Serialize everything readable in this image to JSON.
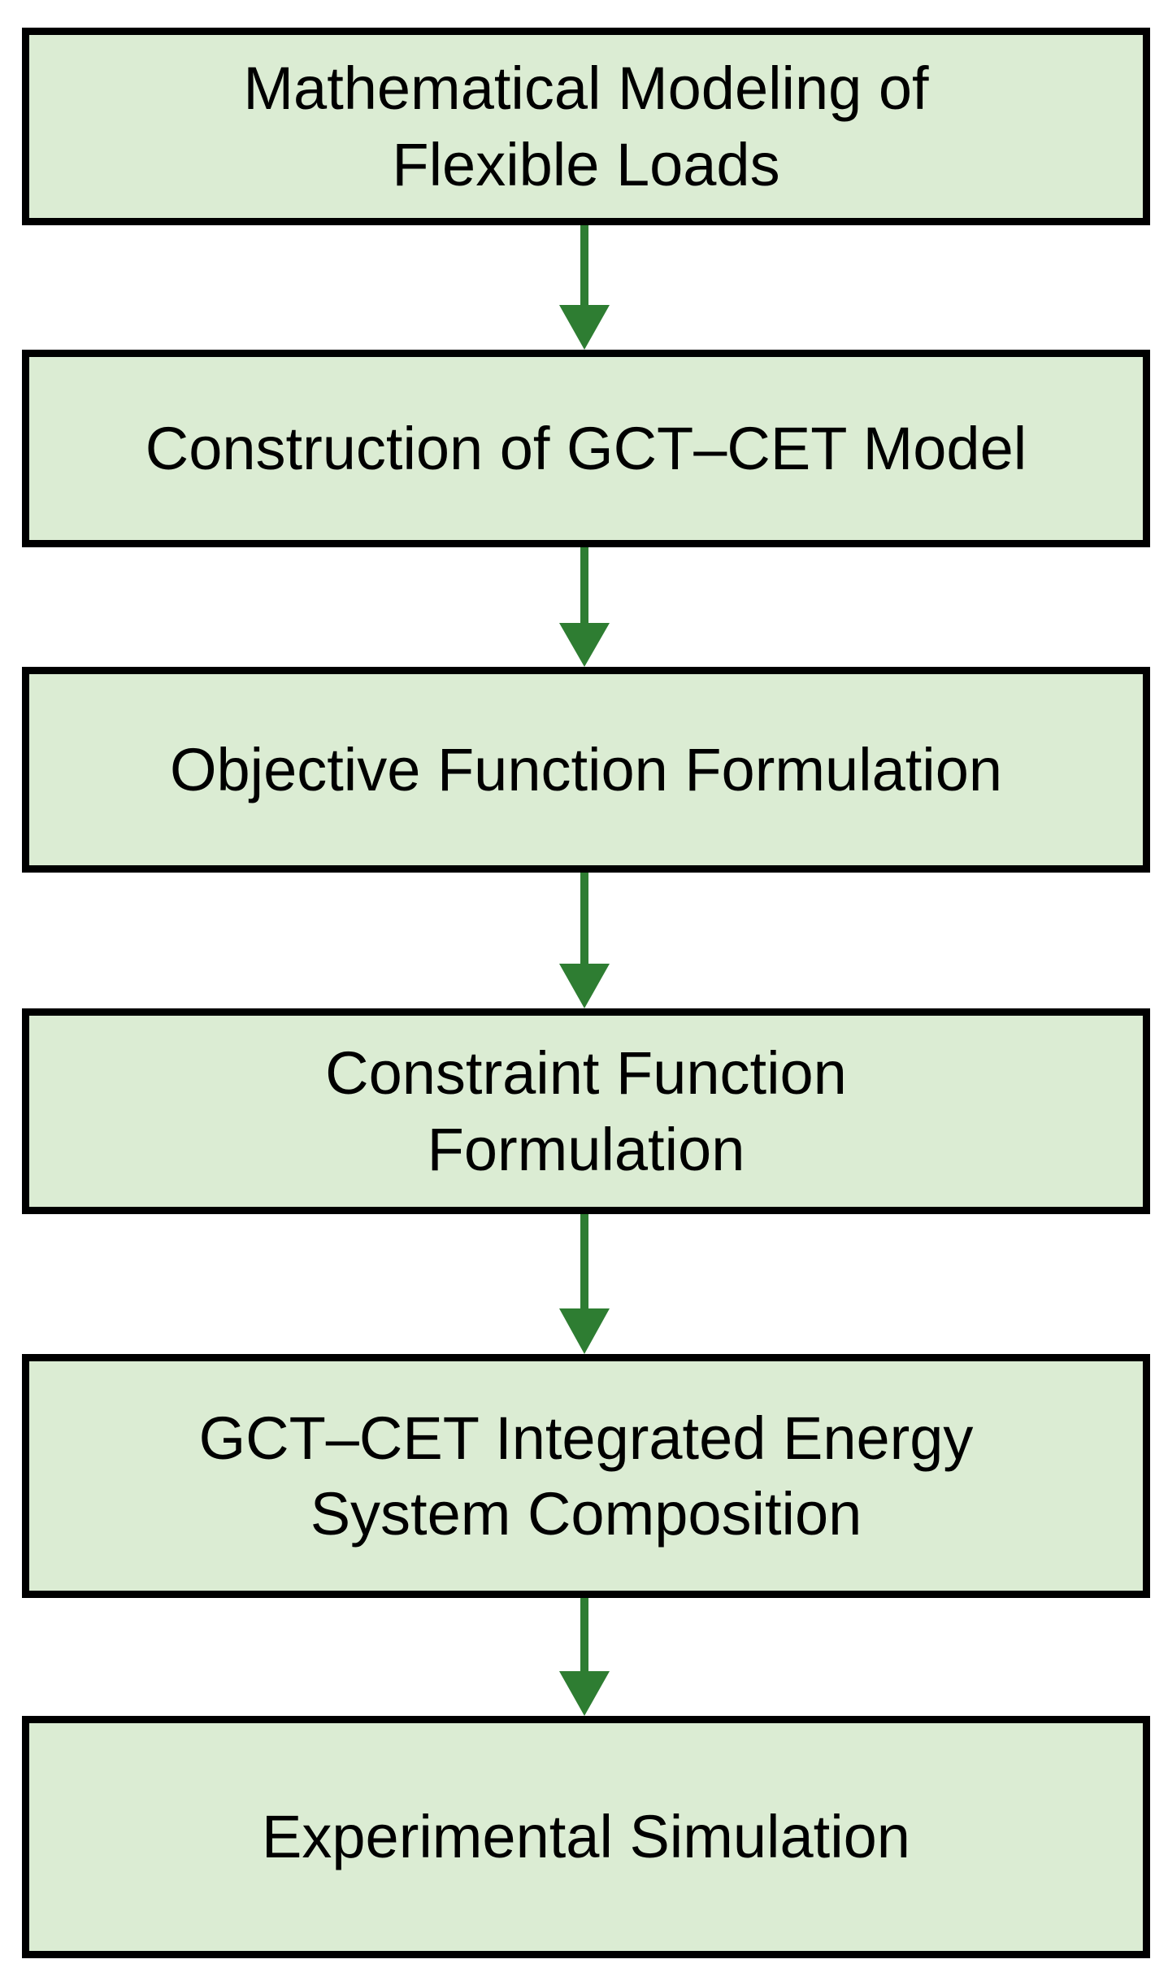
{
  "diagram": {
    "type": "flowchart",
    "orientation": "vertical",
    "title": "",
    "colors": {
      "node_fill": "#dbecd3",
      "node_border": "#000000",
      "arrow": "#2e7d32",
      "text": "#000000",
      "background": "#ffffff"
    },
    "nodes": [
      {
        "id": "n1",
        "label": "Mathematical Modeling of\nFlexible Loads"
      },
      {
        "id": "n2",
        "label": "Construction of GCT–CET Model"
      },
      {
        "id": "n3",
        "label": "Objective Function Formulation"
      },
      {
        "id": "n4",
        "label": "Constraint Function\nFormulation"
      },
      {
        "id": "n5",
        "label": "GCT–CET Integrated Energy\nSystem Composition"
      },
      {
        "id": "n6",
        "label": "Experimental Simulation"
      }
    ],
    "edges": [
      {
        "id": "e1",
        "from": "n1",
        "to": "n2",
        "label": "",
        "style": "solid-arrow-down"
      },
      {
        "id": "e2",
        "from": "n2",
        "to": "n3",
        "label": "",
        "style": "solid-arrow-down"
      },
      {
        "id": "e3",
        "from": "n3",
        "to": "n4",
        "label": "",
        "style": "solid-arrow-down"
      },
      {
        "id": "e4",
        "from": "n4",
        "to": "n5",
        "label": "",
        "style": "solid-arrow-down"
      },
      {
        "id": "e5",
        "from": "n5",
        "to": "n6",
        "label": "",
        "style": "solid-arrow-down"
      }
    ]
  }
}
